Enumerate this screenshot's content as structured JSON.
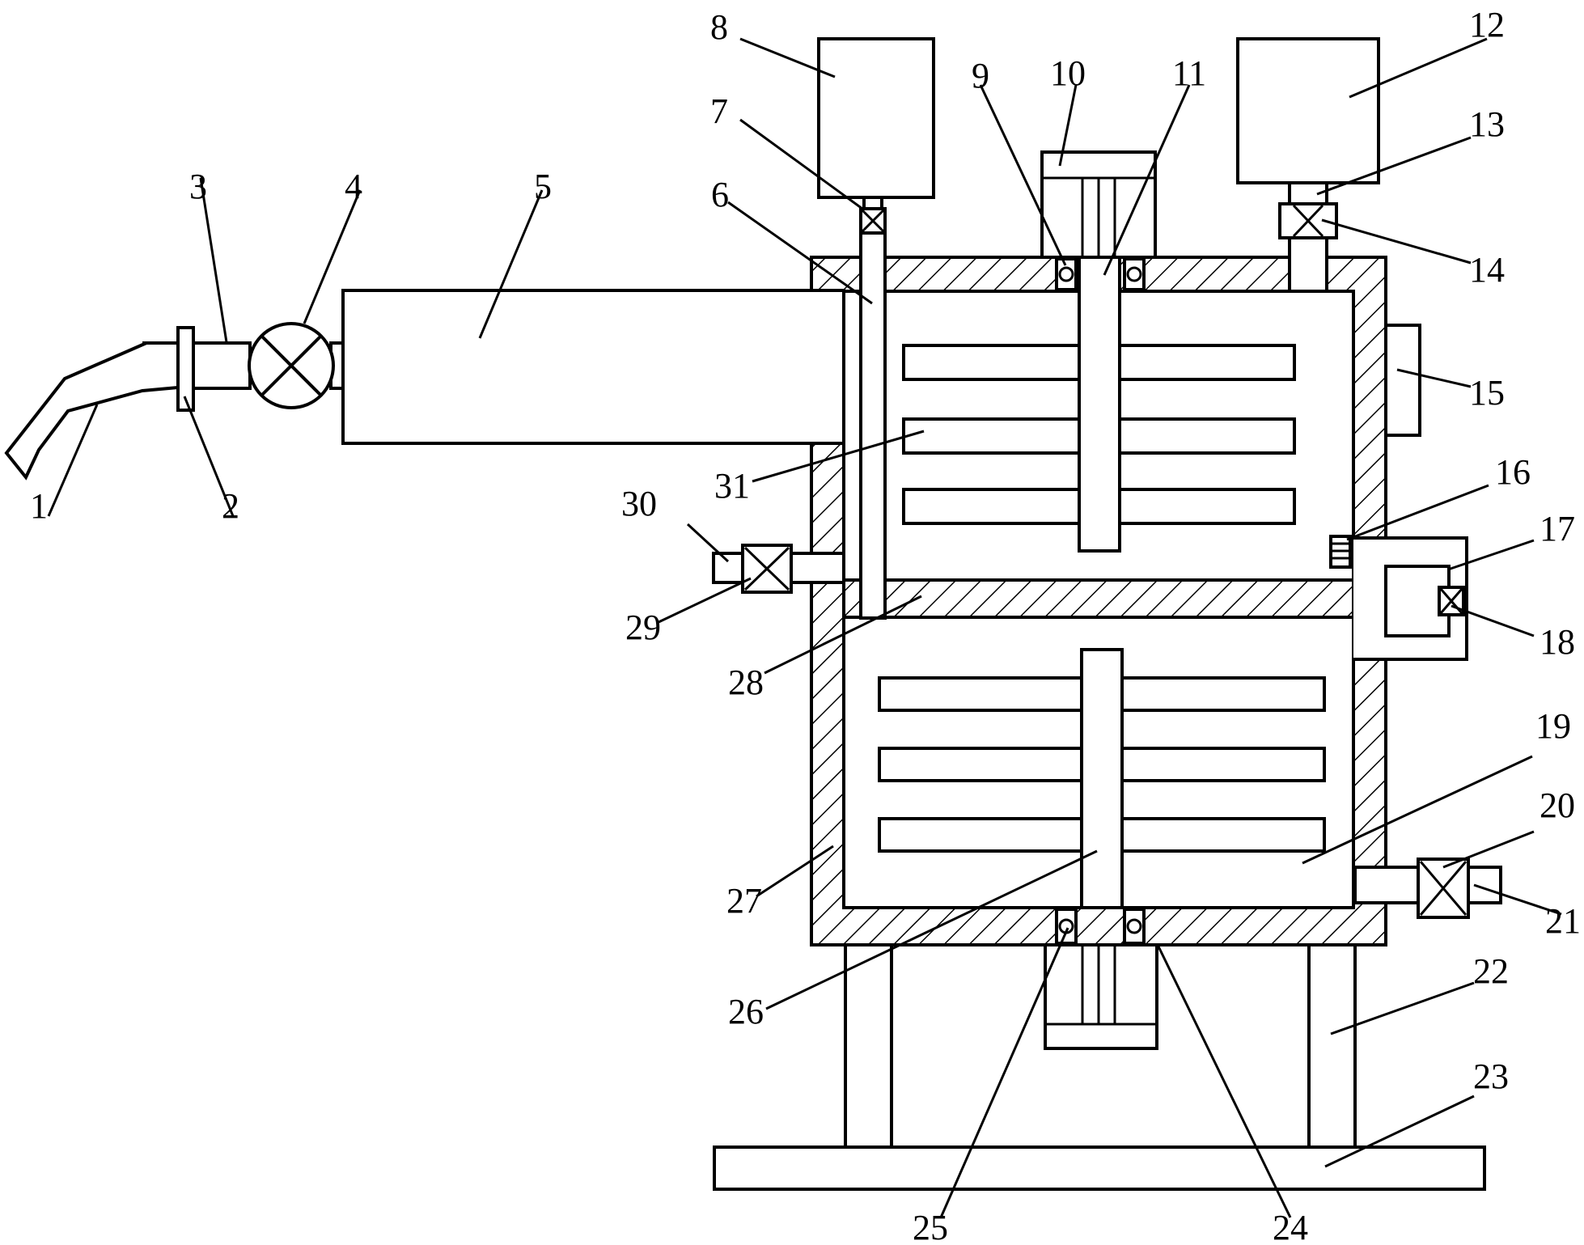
{
  "labels": {
    "l1": "1",
    "l2": "2",
    "l3": "3",
    "l4": "4",
    "l5": "5",
    "l6": "6",
    "l7": "7",
    "l8": "8",
    "l9": "9",
    "l10": "10",
    "l11": "11",
    "l12": "12",
    "l13": "13",
    "l14": "14",
    "l15": "15",
    "l16": "16",
    "l17": "17",
    "l18": "18",
    "l19": "19",
    "l20": "20",
    "l21": "21",
    "l22": "22",
    "l23": "23",
    "l24": "24",
    "l25": "25",
    "l26": "26",
    "l27": "27",
    "l28": "28",
    "l29": "29",
    "l30": "30",
    "l31": "31"
  }
}
